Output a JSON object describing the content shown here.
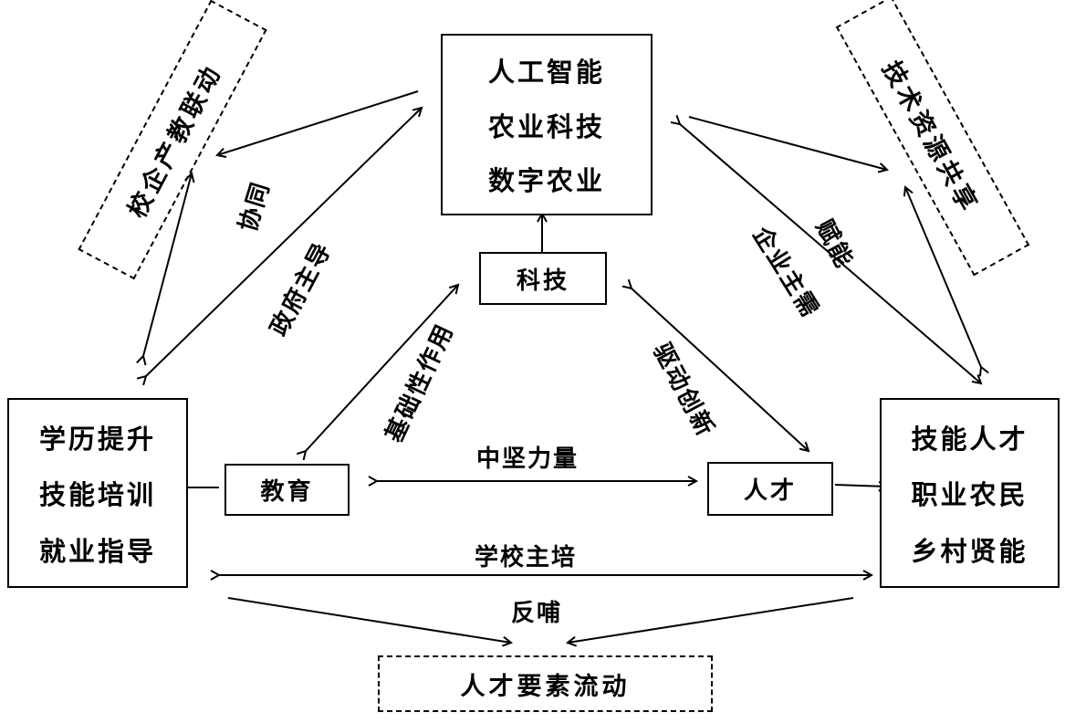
{
  "boxes": {
    "top": [
      "人工智能",
      "农业科技",
      "数字农业"
    ],
    "left": [
      "学历提升",
      "技能培训",
      "就业指导"
    ],
    "right": [
      "技能人才",
      "职业农民",
      "乡村贤能"
    ],
    "tech": "科技",
    "edu": "教育",
    "talent": "人才"
  },
  "dashed": {
    "left": "校企产教联动",
    "right": "技术资源共享",
    "bottom": "人才要素流动"
  },
  "labels": {
    "xietong": "协同",
    "zhengfu": "政府主导",
    "funeng": "赋能",
    "qiye": "企业主需",
    "jichu": "基础性作用",
    "qudong": "驱动创新",
    "zhongjian": "中坚力量",
    "xuexiao": "学校主培",
    "fanbu": "反哺"
  }
}
